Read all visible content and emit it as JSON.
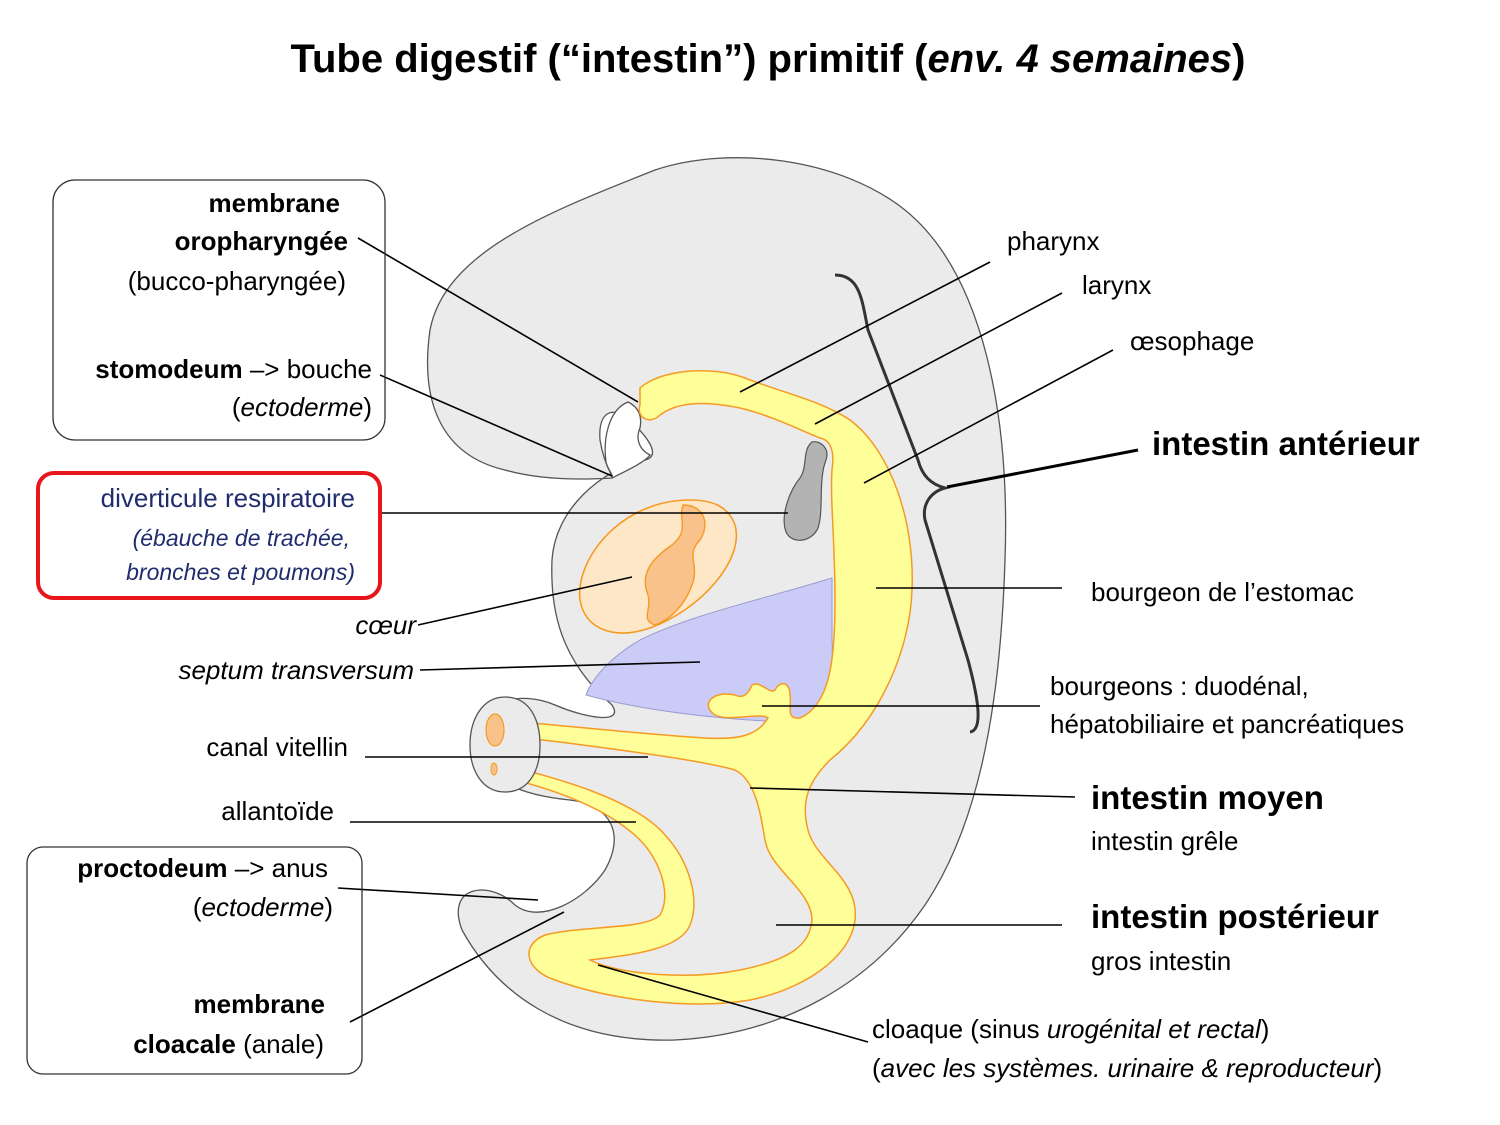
{
  "title": {
    "part1": "Tube digestif (“intestin”) primitif (",
    "italic": "env. 4 semaines",
    "part2": ")"
  },
  "labels": {
    "membrane_oro": {
      "line1": "membrane",
      "line2": "oropharyngée",
      "line3": "(bucco-pharyngée)"
    },
    "stomodeum": {
      "bold": "stomodeum",
      "rest": " –> bouche",
      "paren_open": "(",
      "italic": "ectoderme",
      "paren_close": ")"
    },
    "diverticule": {
      "line1": "diverticule respiratoire",
      "line2": "(ébauche de trachée,",
      "line3": "bronches et poumons)"
    },
    "coeur": "cœur",
    "septum": "septum transversum",
    "canal_vitellin": "canal vitellin",
    "allantoide": "allantoïde",
    "proctodeum": {
      "bold": "proctodeum",
      "rest": " –> anus",
      "paren_open": "(",
      "italic": "ectoderme",
      "paren_close": ")"
    },
    "membrane_cloacale": {
      "line1": "membrane",
      "line2_bold": "cloacale",
      "line2_rest": " (anale)"
    },
    "pharynx": "pharynx",
    "larynx": "larynx",
    "oesophage": "œsophage",
    "intestin_anterieur": "intestin antérieur",
    "bourgeon_estomac": "bourgeon de l’estomac",
    "bourgeons": {
      "line1": "bourgeons : duodénal,",
      "line2": "hépatobiliaire et pancréatiques"
    },
    "intestin_moyen": {
      "title": "intestin moyen",
      "sub": "intestin grêle"
    },
    "intestin_posterieur": {
      "title": "intestin postérieur",
      "sub": "gros intestin"
    },
    "cloaque": {
      "l1a": "cloaque (sinus ",
      "l1b": "urogénital et rectal",
      "l1c": ")",
      "l2a": "(",
      "l2b": "avec les systèmes. urinaire & reproducteur",
      "l2c": ")"
    }
  },
  "colors": {
    "embryo": "#ebebeb",
    "gut": "#ffff99",
    "gut_outline": "#f59a23",
    "heart": "#fde7c7",
    "heart_inner": "#f9c28b",
    "septum": "#cbcbf8",
    "resp": "#b3b3b3",
    "highlight_box": "#e8151b",
    "navy": "#1f2d6e"
  }
}
